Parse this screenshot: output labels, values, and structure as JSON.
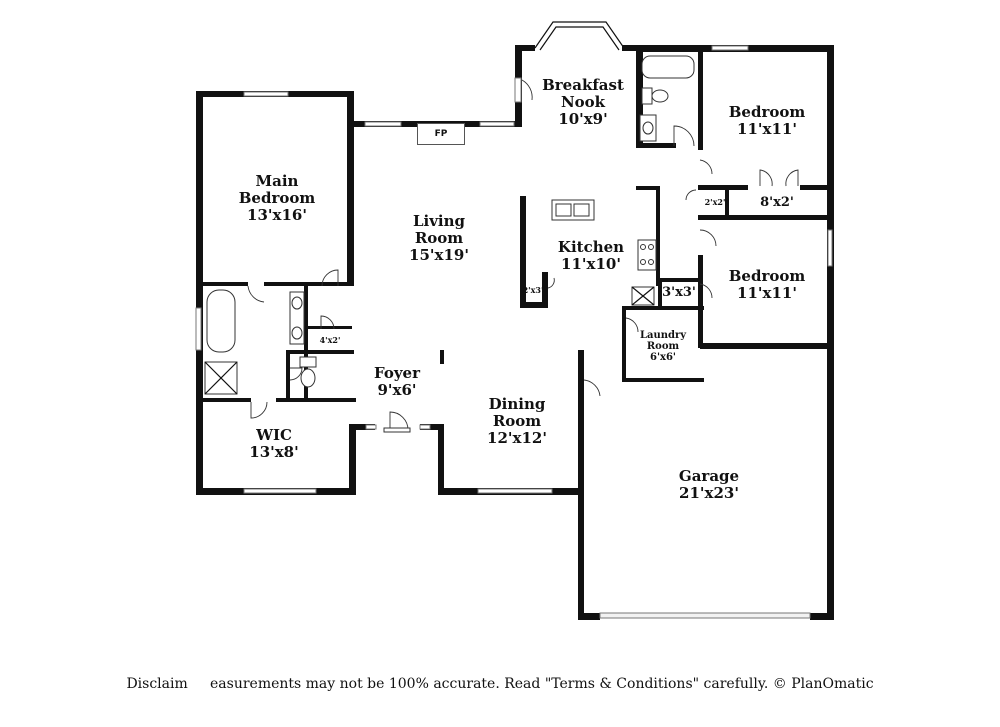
{
  "rooms": {
    "breakfast_nook": {
      "name_1": "Breakfast",
      "name_2": "Nook",
      "size": "10'x9'"
    },
    "bedroom_1": {
      "name": "Bedroom",
      "size": "11'x11'"
    },
    "closet_8x2": {
      "size": "8'x2'"
    },
    "closet_2x2": {
      "size": "2'x2'"
    },
    "main_bedroom": {
      "name_1": "Main",
      "name_2": "Bedroom",
      "size": "13'x16'"
    },
    "living_room": {
      "name_1": "Living",
      "name_2": "Room",
      "size": "15'x19'"
    },
    "kitchen": {
      "name": "Kitchen",
      "size": "11'x10'"
    },
    "pantry": {
      "size": "2'x3'"
    },
    "closet_3x3": {
      "size": "3'x3'"
    },
    "bedroom_2": {
      "name": "Bedroom",
      "size": "11'x11'"
    },
    "laundry_room": {
      "name_1": "Laundry",
      "name_2": "Room",
      "size": "6'x6'"
    },
    "linen_closet": {
      "size": "4'x2'"
    },
    "foyer": {
      "name": "Foyer",
      "size": "9'x6'"
    },
    "dining_room": {
      "name_1": "Dining",
      "name_2": "Room",
      "size": "12'x12'"
    },
    "wic": {
      "name": "WIC",
      "size": "13'x8'"
    },
    "garage": {
      "name": "Garage",
      "size": "21'x23'"
    }
  },
  "fireplace": {
    "label": "FP"
  },
  "disclaimer": "Disclaim     easurements may not be 100% accurate. Read \"Terms & Conditions\" carefully. © PlanOmatic"
}
